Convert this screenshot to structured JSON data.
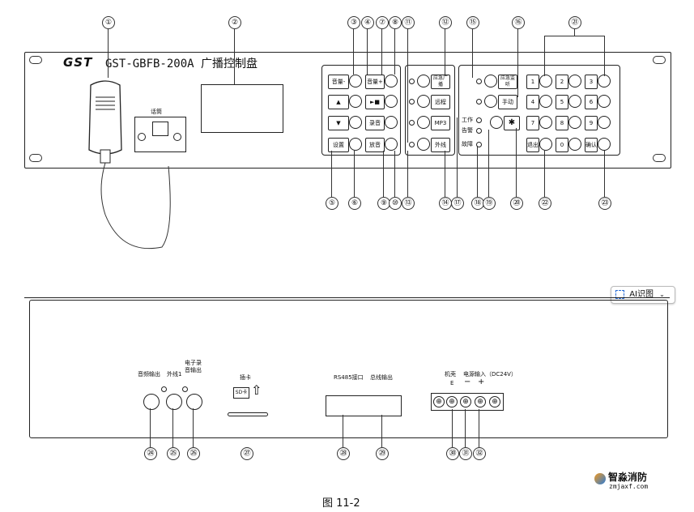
{
  "front": {
    "model_title": "GST-GBFB-200A  广播控制盘",
    "brand": "GST",
    "mic_label": "话筒",
    "buttons": {
      "vol_minus": "音量-",
      "vol_plus": "音量+",
      "up": "▲",
      "play": "►■",
      "down": "▼",
      "record": "录音",
      "setup": "设置",
      "playback": "放音",
      "emergency": "应急广播",
      "zone": "远程",
      "mp3": "MP3",
      "external": "外线",
      "monitor": "应急监听",
      "manual": "手动",
      "work": "工作",
      "alarm": "告警",
      "fault": "故障",
      "star": "✱",
      "k1": "1",
      "k2": "2",
      "k3": "3",
      "k4": "4",
      "k5": "5",
      "k6": "6",
      "k7": "7",
      "k8": "8",
      "k9": "9",
      "exit": "退出",
      "k0": "0",
      "confirm": "确认"
    },
    "callouts_top": [
      "①",
      "②",
      "③",
      "④",
      "⑦",
      "⑧",
      "⑪",
      "⑫",
      "⑮",
      "⑯",
      "㉑"
    ],
    "callouts_bottom": [
      "⑤",
      "⑥",
      "⑨",
      "⑩",
      "⑬",
      "⑭",
      "⑰",
      "⑱",
      "⑲",
      "⑳",
      "㉒",
      "㉓"
    ]
  },
  "back": {
    "audio_out": "音频输出",
    "ext1": "外线1",
    "msg_out": "电子录音输出",
    "card": "插卡",
    "sd": "SD卡",
    "rs485": "RS485接口",
    "bus_out": "总线输出",
    "ground": "机壳",
    "ground_sym": "E",
    "power_in": "电源输入（DC24V）",
    "minus": "−",
    "plus": "+",
    "callouts": [
      "㉔",
      "㉕",
      "㉖",
      "㉗",
      "㉘",
      "㉙",
      "㉚",
      "㉛",
      "㉜"
    ]
  },
  "figure_caption": "图 11-2",
  "watermark_name": "智淼消防",
  "watermark_url": "zmjaxf.com",
  "ai_chip_label": "AI识图"
}
